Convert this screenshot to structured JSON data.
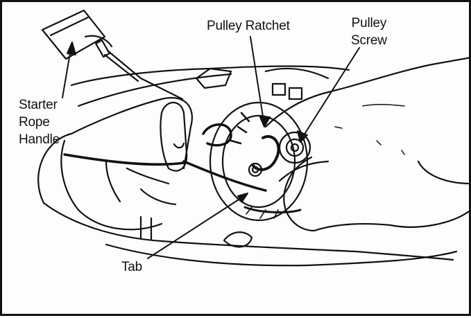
{
  "labels": {
    "pulley_ratchet": "Pulley Ratchet",
    "pulley_screw": [
      "Pulley",
      "Screw"
    ],
    "starter_rope_handle": [
      "Starter",
      "Rope",
      "Handle"
    ],
    "tab": "Tab"
  },
  "colors": {
    "ink": "#111111",
    "paper": "#fdfdfd"
  }
}
